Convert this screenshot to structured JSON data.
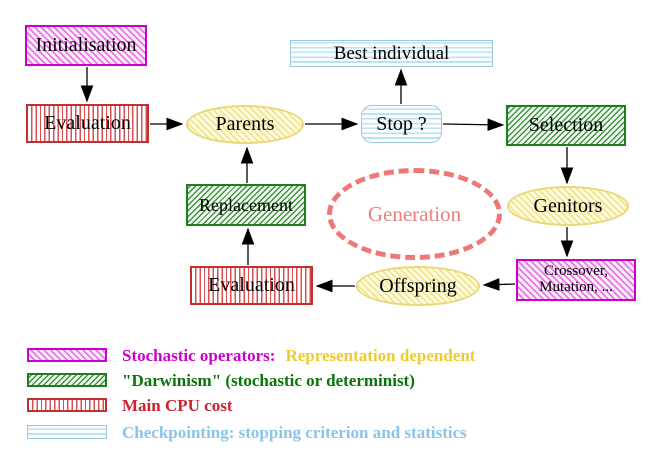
{
  "nodes": {
    "initialisation": "Initialisation",
    "evaluation_top": "Evaluation",
    "parents": "Parents",
    "best_individual": "Best individual",
    "stop": "Stop ?",
    "selection": "Selection",
    "genitors": "Genitors",
    "crossover_line1": "Crossover,",
    "crossover_line2": "Mutation, ...",
    "offspring": "Offspring",
    "evaluation_bottom": "Evaluation",
    "replacement": "Replacement",
    "generation": "Generation"
  },
  "legend": {
    "rows": [
      {
        "label": "Stochastic operators:",
        "label2": "Representation dependent"
      },
      {
        "label": "\"Darwinism\" (stochastic or determinist)"
      },
      {
        "label": "Main CPU cost"
      },
      {
        "label": "Checkpointing: stopping criterion and statistics"
      }
    ]
  },
  "colors": {
    "magenta_border": "#cc00cc",
    "magenta_hatch": "#e878e8",
    "red_border": "#c03030",
    "red_stripe": "#d85050",
    "green_border": "#1e7e1e",
    "green_hatch": "#3c943c",
    "cyan_border": "#9cc8dc",
    "cyan_stripe": "#bce2f2",
    "yellow_border": "#e8d878",
    "yellow_hatch": "#f2e492",
    "generation_coral": "#ee7878",
    "legend_gold_text": "#eecb33",
    "legend_green_text": "#087408",
    "legend_red_text": "#cc2233",
    "legend_blue_text": "#8ac4e6",
    "arrow_black": "#000000"
  }
}
